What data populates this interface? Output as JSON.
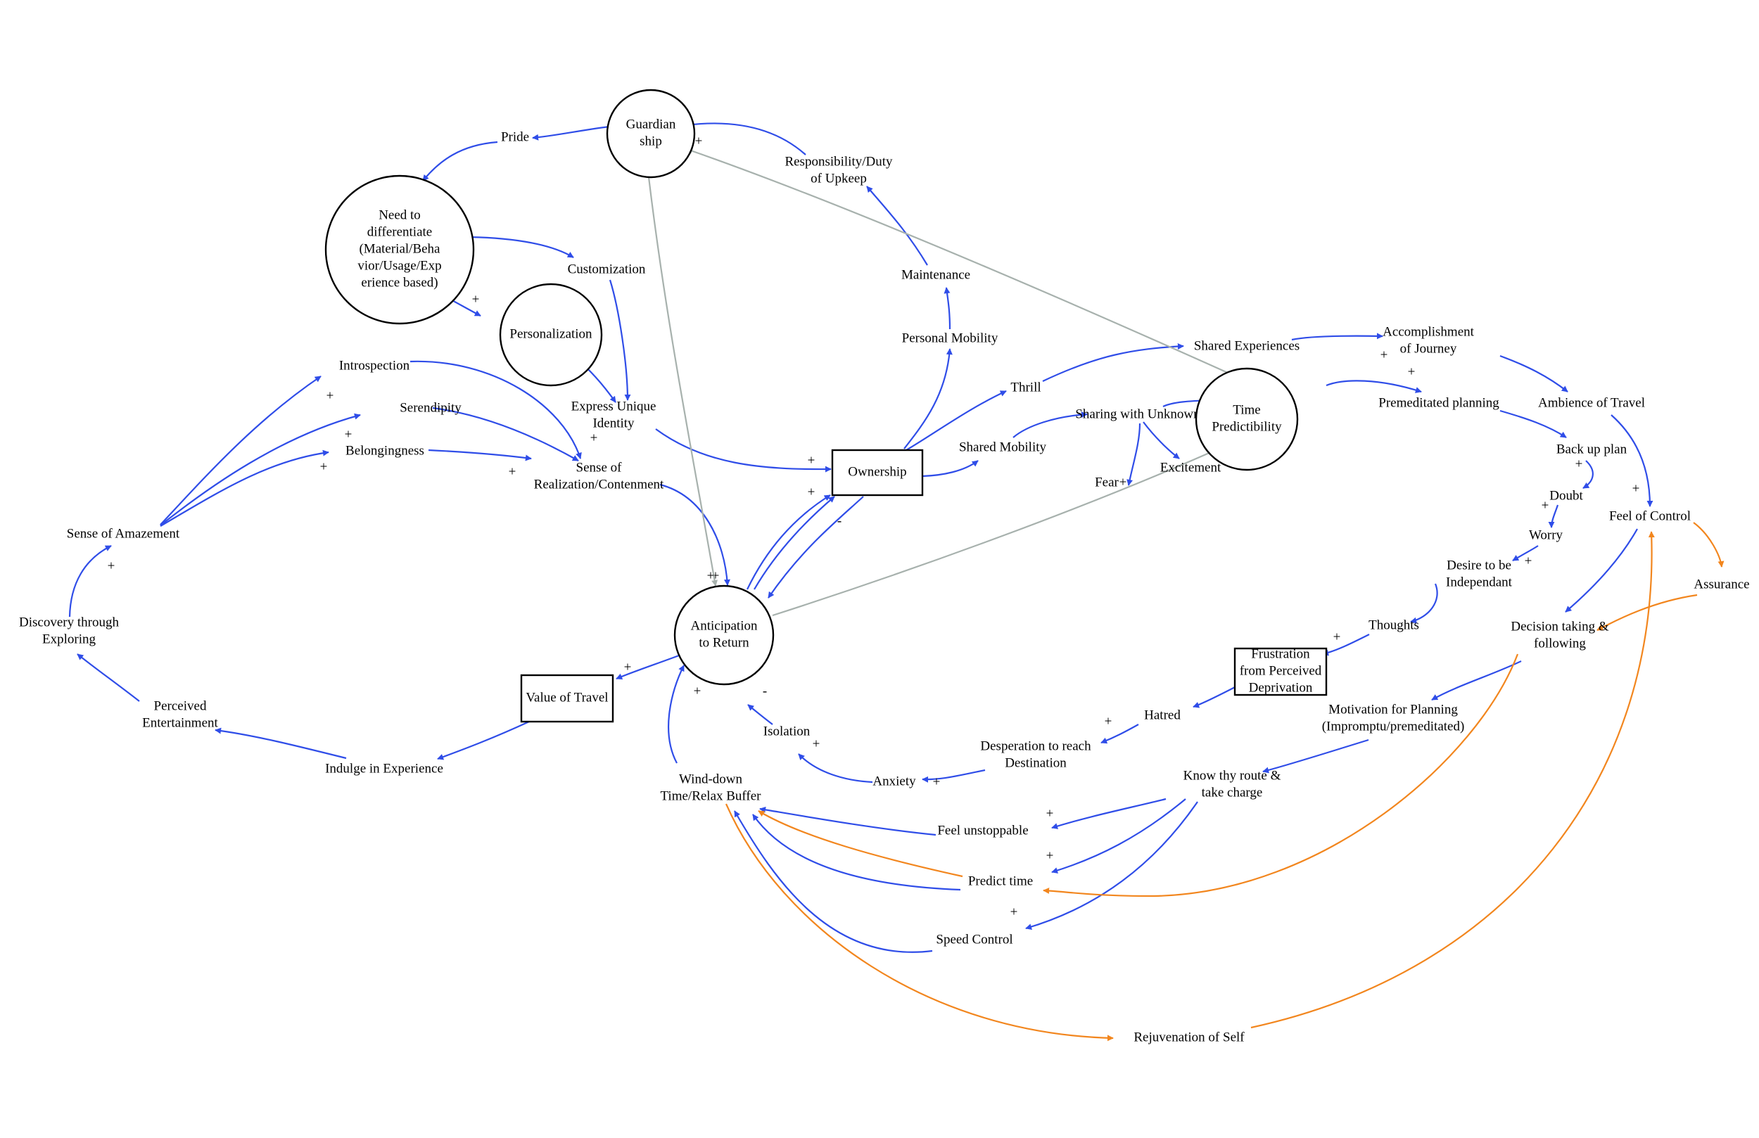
{
  "colors": {
    "blue": "#2f4de8",
    "orange": "#f2861e",
    "gray": "#a7b1ad",
    "ink": "#000000"
  },
  "nodes": [
    {
      "id": "guardian",
      "shape": "circle",
      "lines": [
        "Guardian",
        "ship"
      ]
    },
    {
      "id": "pride",
      "shape": "text",
      "lines": [
        "Pride"
      ]
    },
    {
      "id": "need",
      "shape": "circle",
      "lines": [
        "Need to",
        "differentiate",
        "(Material/Beha",
        "vior/Usage/Exp",
        "erience based)"
      ]
    },
    {
      "id": "customization",
      "shape": "text",
      "lines": [
        "Customization"
      ]
    },
    {
      "id": "personalization",
      "shape": "circle",
      "lines": [
        "Personalization"
      ]
    },
    {
      "id": "responsibility",
      "shape": "text",
      "lines": [
        "Responsibility/Duty",
        "of Upkeep"
      ]
    },
    {
      "id": "maintenance",
      "shape": "text",
      "lines": [
        "Maintenance"
      ]
    },
    {
      "id": "personal_mobility",
      "shape": "text",
      "lines": [
        "Personal Mobility"
      ]
    },
    {
      "id": "introspection",
      "shape": "text",
      "lines": [
        "Introspection"
      ]
    },
    {
      "id": "serendipity",
      "shape": "text",
      "lines": [
        "Serendipity"
      ]
    },
    {
      "id": "belongingness",
      "shape": "text",
      "lines": [
        "Belongingness"
      ]
    },
    {
      "id": "express",
      "shape": "text",
      "lines": [
        "Express Unique",
        "Identity"
      ]
    },
    {
      "id": "realization",
      "shape": "text",
      "lines": [
        "Sense of",
        "Realization/Contenment"
      ]
    },
    {
      "id": "ownership",
      "shape": "box",
      "lines": [
        "Ownership"
      ]
    },
    {
      "id": "shared_mobility",
      "shape": "text",
      "lines": [
        "Shared Mobility"
      ]
    },
    {
      "id": "thrill",
      "shape": "text",
      "lines": [
        "Thrill"
      ]
    },
    {
      "id": "shared_exp",
      "shape": "text",
      "lines": [
        "Shared Experiences"
      ]
    },
    {
      "id": "sharing_unknown",
      "shape": "text",
      "lines": [
        "Sharing with Unknown"
      ]
    },
    {
      "id": "fear",
      "shape": "text",
      "lines": [
        "Fear"
      ]
    },
    {
      "id": "excitement",
      "shape": "text",
      "lines": [
        "Excitement"
      ]
    },
    {
      "id": "time_pred",
      "shape": "circle",
      "lines": [
        "Time",
        "Predictibility"
      ]
    },
    {
      "id": "accomplishment",
      "shape": "text",
      "lines": [
        "Accomplishment",
        "of Journey"
      ]
    },
    {
      "id": "premeditated",
      "shape": "text",
      "lines": [
        "Premeditated planning"
      ]
    },
    {
      "id": "ambience",
      "shape": "text",
      "lines": [
        "Ambience of Travel"
      ]
    },
    {
      "id": "backup",
      "shape": "text",
      "lines": [
        "Back up plan"
      ]
    },
    {
      "id": "doubt",
      "shape": "text",
      "lines": [
        "Doubt"
      ]
    },
    {
      "id": "worry",
      "shape": "text",
      "lines": [
        "Worry"
      ]
    },
    {
      "id": "feel_control",
      "shape": "text",
      "lines": [
        "Feel of Control"
      ]
    },
    {
      "id": "assurance",
      "shape": "text",
      "lines": [
        "Assurance"
      ]
    },
    {
      "id": "desire",
      "shape": "text",
      "lines": [
        "Desire to be",
        "Independant"
      ]
    },
    {
      "id": "thoughts",
      "shape": "text",
      "lines": [
        "Thoughts"
      ]
    },
    {
      "id": "decision",
      "shape": "text",
      "lines": [
        "Decision taking &",
        "following"
      ]
    },
    {
      "id": "frustration",
      "shape": "box",
      "lines": [
        "Frustration",
        "from Perceived",
        "Deprivation"
      ]
    },
    {
      "id": "hatred",
      "shape": "text",
      "lines": [
        "Hatred"
      ]
    },
    {
      "id": "motivation",
      "shape": "text",
      "lines": [
        "Motivation for Planning",
        "(Impromptu/premeditated)"
      ]
    },
    {
      "id": "desperation",
      "shape": "text",
      "lines": [
        "Desperation to reach",
        "Destination"
      ]
    },
    {
      "id": "anxiety",
      "shape": "text",
      "lines": [
        "Anxiety"
      ]
    },
    {
      "id": "isolation",
      "shape": "text",
      "lines": [
        "Isolation"
      ]
    },
    {
      "id": "know_route",
      "shape": "text",
      "lines": [
        "Know thy route &",
        "take charge"
      ]
    },
    {
      "id": "anticipation",
      "shape": "circle",
      "lines": [
        "Anticipation",
        "to Return"
      ]
    },
    {
      "id": "value_travel",
      "shape": "box",
      "lines": [
        "Value of Travel"
      ]
    },
    {
      "id": "amazement",
      "shape": "text",
      "lines": [
        "Sense of Amazement"
      ]
    },
    {
      "id": "discovery",
      "shape": "text",
      "lines": [
        "Discovery through",
        "Exploring"
      ]
    },
    {
      "id": "perceived_ent",
      "shape": "text",
      "lines": [
        "Perceived",
        "Entertainment"
      ]
    },
    {
      "id": "indulge",
      "shape": "text",
      "lines": [
        "Indulge in Experience"
      ]
    },
    {
      "id": "wind_down",
      "shape": "text",
      "lines": [
        "Wind-down",
        "Time/Relax Buffer"
      ]
    },
    {
      "id": "feel_unstoppable",
      "shape": "text",
      "lines": [
        "Feel unstoppable"
      ]
    },
    {
      "id": "predict_time",
      "shape": "text",
      "lines": [
        "Predict time"
      ]
    },
    {
      "id": "speed_control",
      "shape": "text",
      "lines": [
        "Speed Control"
      ]
    },
    {
      "id": "rejuvenation",
      "shape": "text",
      "lines": [
        "Rejuvenation of Self"
      ]
    }
  ],
  "edges": [
    {
      "from": "guardian",
      "to": "pride",
      "color": "blue"
    },
    {
      "from": "pride",
      "to": "need",
      "color": "blue"
    },
    {
      "from": "need",
      "to": "customization",
      "color": "blue"
    },
    {
      "from": "need",
      "to": "personalization",
      "color": "blue",
      "polarity": "+"
    },
    {
      "from": "customization",
      "to": "express",
      "color": "blue"
    },
    {
      "from": "personalization",
      "to": "express",
      "color": "blue"
    },
    {
      "from": "maintenance",
      "to": "responsibility",
      "color": "blue"
    },
    {
      "from": "responsibility",
      "to": "guardian",
      "color": "blue",
      "polarity": "+"
    },
    {
      "from": "personal_mobility",
      "to": "maintenance",
      "color": "blue"
    },
    {
      "from": "ownership",
      "to": "personal_mobility",
      "color": "blue"
    },
    {
      "from": "ownership",
      "to": "thrill",
      "color": "blue"
    },
    {
      "from": "ownership",
      "to": "shared_mobility",
      "color": "blue"
    },
    {
      "from": "thrill",
      "to": "shared_exp",
      "color": "blue"
    },
    {
      "from": "shared_exp",
      "to": "accomplishment",
      "color": "blue",
      "polarity": "+"
    },
    {
      "from": "shared_mobility",
      "to": "sharing_unknown",
      "color": "blue"
    },
    {
      "from": "sharing_unknown",
      "to": "fear",
      "color": "blue",
      "polarity": "+"
    },
    {
      "from": "sharing_unknown",
      "to": "excitement",
      "color": "blue"
    },
    {
      "from": "sharing_unknown",
      "to": "time_pred",
      "color": "blue",
      "polarity": "-"
    },
    {
      "from": "time_pred",
      "to": "premeditated",
      "color": "blue",
      "polarity": "+"
    },
    {
      "from": "accomplishment",
      "to": "ambience",
      "color": "blue"
    },
    {
      "from": "premeditated",
      "to": "backup",
      "color": "blue"
    },
    {
      "from": "backup",
      "to": "doubt",
      "color": "blue",
      "polarity": "+"
    },
    {
      "from": "doubt",
      "to": "worry",
      "color": "blue",
      "polarity": "+"
    },
    {
      "from": "worry",
      "to": "desire",
      "color": "blue",
      "polarity": "+"
    },
    {
      "from": "desire",
      "to": "thoughts",
      "color": "blue"
    },
    {
      "from": "thoughts",
      "to": "frustration",
      "color": "blue",
      "polarity": "+"
    },
    {
      "from": "frustration",
      "to": "hatred",
      "color": "blue"
    },
    {
      "from": "hatred",
      "to": "desperation",
      "color": "blue",
      "polarity": "+"
    },
    {
      "from": "desperation",
      "to": "anxiety",
      "color": "blue",
      "polarity": "+"
    },
    {
      "from": "anxiety",
      "to": "isolation",
      "color": "blue",
      "polarity": "+"
    },
    {
      "from": "isolation",
      "to": "anticipation",
      "color": "blue",
      "polarity": "-"
    },
    {
      "from": "ambience",
      "to": "feel_control",
      "color": "blue",
      "polarity": "+"
    },
    {
      "from": "feel_control",
      "to": "decision",
      "color": "blue"
    },
    {
      "from": "feel_control",
      "to": "assurance",
      "color": "orange"
    },
    {
      "from": "assurance",
      "to": "decision",
      "color": "orange"
    },
    {
      "from": "decision",
      "to": "motivation",
      "color": "blue"
    },
    {
      "from": "motivation",
      "to": "know_route",
      "color": "blue"
    },
    {
      "from": "know_route",
      "to": "feel_unstoppable",
      "color": "blue",
      "polarity": "+"
    },
    {
      "from": "know_route",
      "to": "predict_time",
      "color": "blue",
      "polarity": "+"
    },
    {
      "from": "know_route",
      "to": "speed_control",
      "color": "blue",
      "polarity": "+"
    },
    {
      "from": "feel_unstoppable",
      "to": "wind_down",
      "color": "blue"
    },
    {
      "from": "predict_time",
      "to": "wind_down",
      "color": "blue"
    },
    {
      "from": "predict_time",
      "to": "wind_down",
      "color": "orange"
    },
    {
      "from": "speed_control",
      "to": "wind_down",
      "color": "blue"
    },
    {
      "from": "decision",
      "to": "predict_time",
      "color": "orange"
    },
    {
      "from": "wind_down",
      "to": "rejuvenation",
      "color": "orange"
    },
    {
      "from": "rejuvenation",
      "to": "feel_control",
      "color": "orange"
    },
    {
      "from": "wind_down",
      "to": "anticipation",
      "color": "blue",
      "polarity": "+"
    },
    {
      "from": "anticipation",
      "to": "ownership",
      "color": "blue",
      "polarity": "+"
    },
    {
      "from": "anticipation",
      "to": "ownership",
      "color": "blue",
      "polarity": "+"
    },
    {
      "from": "ownership",
      "to": "anticipation",
      "color": "blue",
      "polarity": "-"
    },
    {
      "from": "express",
      "to": "ownership",
      "color": "blue",
      "polarity": "+"
    },
    {
      "from": "realization",
      "to": "anticipation",
      "color": "blue",
      "polarity": "+"
    },
    {
      "from": "guardian",
      "to": "anticipation",
      "color": "gray",
      "polarity": "+"
    },
    {
      "from": "time_pred",
      "to": "guardian",
      "color": "gray"
    },
    {
      "from": "anticipation",
      "to": "time_pred",
      "color": "gray"
    },
    {
      "from": "anticipation",
      "to": "value_travel",
      "color": "blue",
      "polarity": "+"
    },
    {
      "from": "value_travel",
      "to": "indulge",
      "color": "blue"
    },
    {
      "from": "indulge",
      "to": "perceived_ent",
      "color": "blue"
    },
    {
      "from": "perceived_ent",
      "to": "discovery",
      "color": "blue"
    },
    {
      "from": "discovery",
      "to": "amazement",
      "color": "blue",
      "polarity": "+"
    },
    {
      "from": "amazement",
      "to": "introspection",
      "color": "blue",
      "polarity": "+"
    },
    {
      "from": "amazement",
      "to": "serendipity",
      "color": "blue",
      "polarity": "+"
    },
    {
      "from": "amazement",
      "to": "belongingness",
      "color": "blue",
      "polarity": "+"
    },
    {
      "from": "introspection",
      "to": "realization",
      "color": "blue"
    },
    {
      "from": "serendipity",
      "to": "realization",
      "color": "blue"
    },
    {
      "from": "belongingness",
      "to": "realization",
      "color": "blue",
      "polarity": "+"
    }
  ]
}
